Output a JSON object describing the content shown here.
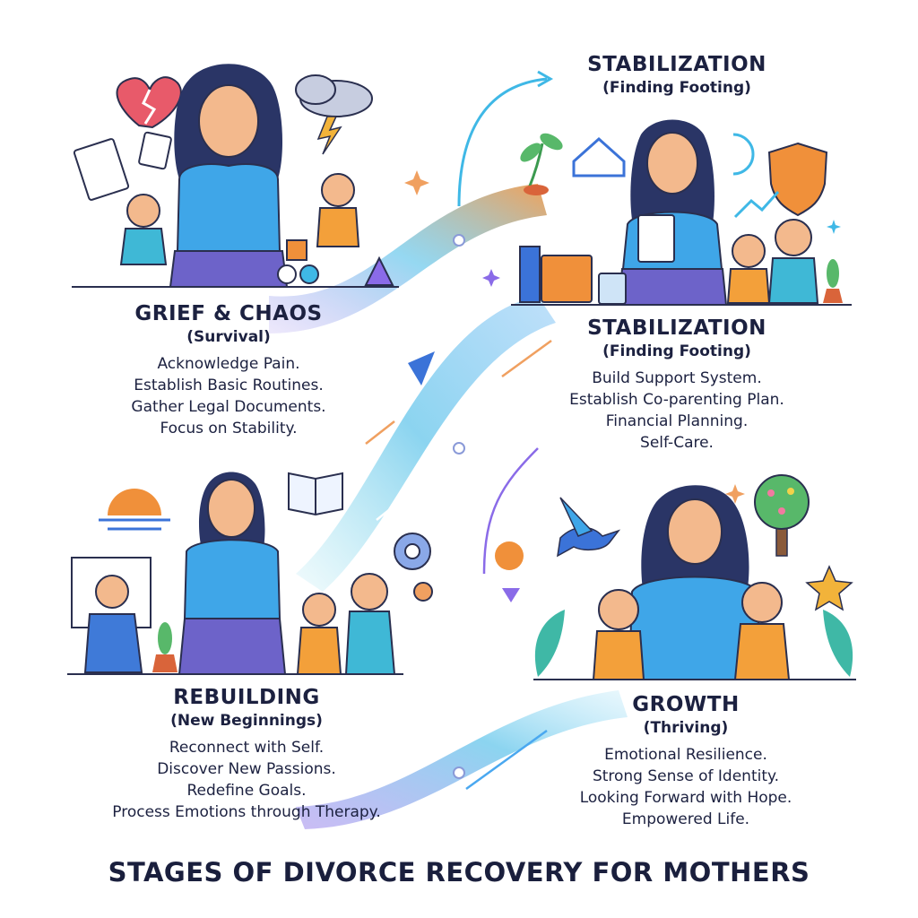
{
  "title": "STAGES OF DIVORCE RECOVERY FOR MOTHERS",
  "colors": {
    "path_start": "#8a6be8",
    "path_mid": "#3fb8e6",
    "path_end": "#f0903a",
    "text": "#1c2140"
  },
  "header_stage": {
    "title": "STABILIZATION",
    "subtitle": "(Finding Footing)"
  },
  "stages": [
    {
      "title": "GRIEF & CHAOS",
      "subtitle": "(Survival)",
      "items": [
        "Acknowledge Pain.",
        "Establish Basic Routines.",
        "Gather Legal Documents.",
        "Focus on Stability."
      ]
    },
    {
      "title": "STABILIZATION",
      "subtitle": "(Finding Footing)",
      "items": [
        "Build Support System.",
        "Establish Co-parenting Plan.",
        "Financial Planning.",
        "Self-Care."
      ]
    },
    {
      "title": "REBUILDING",
      "subtitle": "(New Beginnings)",
      "items": [
        "Reconnect with Self.",
        "Discover New Passions.",
        "Redefine Goals.",
        "Process Emotions through Therapy."
      ]
    },
    {
      "title": "GROWTH",
      "subtitle": "(Thriving)",
      "items": [
        "Emotional Resilience.",
        "Strong Sense of Identity.",
        "Looking Forward with Hope.",
        "Empowered Life."
      ]
    }
  ],
  "illustrations": [
    {
      "scene": "grief-chaos-scene",
      "icons": [
        "broken-heart-icon",
        "storm-cloud-icon",
        "papers-icon",
        "toy-blocks-icon"
      ]
    },
    {
      "scene": "stabilization-scene",
      "icons": [
        "sprout-icon",
        "house-icon",
        "shield-icon",
        "binder-icon",
        "calculator-icon",
        "rising-arrow-icon"
      ]
    },
    {
      "scene": "rebuilding-scene",
      "icons": [
        "sunrise-icon",
        "open-book-icon",
        "gear-icon",
        "easel-icon",
        "plant-icon"
      ]
    },
    {
      "scene": "growth-scene",
      "icons": [
        "dove-icon",
        "tree-icon",
        "star-icon",
        "leaves-icon"
      ]
    }
  ]
}
